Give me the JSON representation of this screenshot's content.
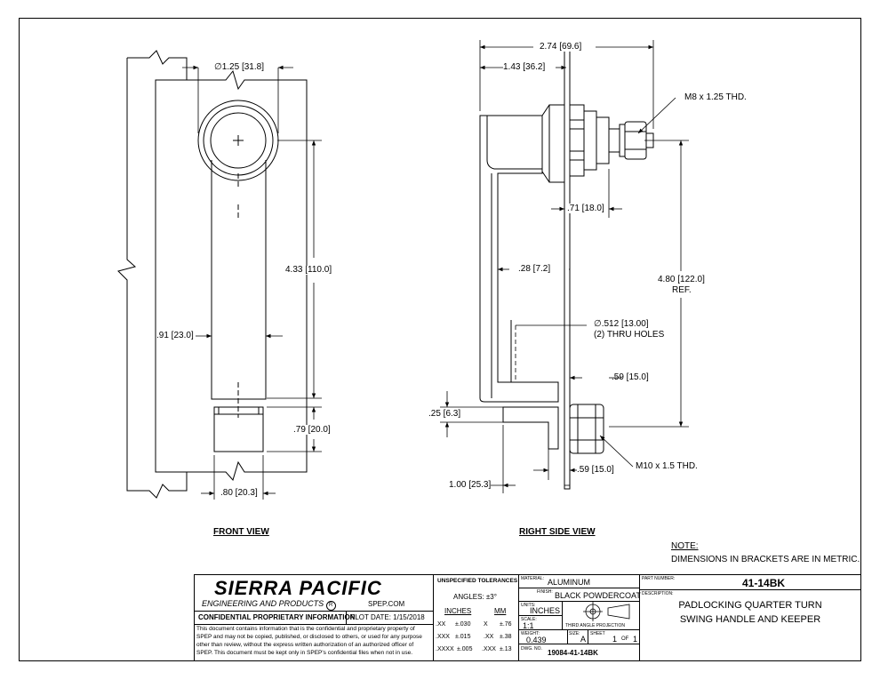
{
  "views": {
    "front_title": "FRONT VIEW",
    "side_title": "RIGHT SIDE VIEW"
  },
  "front_dims": {
    "dia": "∅1.25",
    "dia_mm": "31.8",
    "len": "4.33",
    "len_mm": "110.0",
    "width": ".91",
    "width_mm": "23.0",
    "keeper_h": ".79",
    "keeper_h_mm": "20.0",
    "keeper_w": ".80",
    "keeper_w_mm": "20.3"
  },
  "side_dims": {
    "overall": "2.74",
    "overall_mm": "69.6",
    "offset": "1.43",
    "offset_mm": "36.2",
    "thread_top": "M8 x 1.25 THD.",
    "d71": ".71",
    "d71_mm": "18.0",
    "d28": ".28",
    "d28_mm": "7.2",
    "ref_len": "4.80",
    "ref_len_mm": "122.0",
    "ref": "REF.",
    "hole": "∅.512",
    "hole_mm": "13.00",
    "hole_note": "(2) THRU HOLES",
    "d59a": ".59",
    "d59a_mm": "15.0",
    "d25": ".25",
    "d25_mm": "6.3",
    "thread_bot": "M10 x 1.5 THD.",
    "d59b": ".59",
    "d59b_mm": "15.0",
    "d100": "1.00",
    "d100_mm": "25.3"
  },
  "note": {
    "title": "NOTE:",
    "text": "DIMENSIONS IN BRACKETS ARE IN METRIC."
  },
  "title_block": {
    "company": "SIERRA PACIFIC",
    "subtitle": "ENGINEERING AND PRODUCTS",
    "reg": "R",
    "website": "SPEP.COM",
    "confidential": "CONFIDENTIAL PROPRIETARY INFORMATION",
    "plot_date": "PLOT DATE:  1/15/2018",
    "disclaimer": [
      "This document contains information that is the confidential and proprietary property of",
      "SPEP and may not be copied, published, or disclosed to others, or used for any purpose",
      "other than review, without the express written authorization of an authorized officer of",
      "SPEP. This document must be kept only in SPEP's confidential files when not in use."
    ],
    "tolerances_title": "UNSPECIFIED TOLERANCES",
    "angles": "ANGLES:  ±3°",
    "inches_hdr": "INCHES",
    "mm_hdr": "MM",
    "tol_rows": [
      {
        "a": ".XX",
        "b": "±.030",
        "c": "X",
        "d": "±.76"
      },
      {
        "a": ".XXX",
        "b": "±.015",
        "c": ".XX",
        "d": "±.38"
      },
      {
        "a": ".XXXX",
        "b": "±.005",
        "c": ".XXX",
        "d": "±.13"
      }
    ],
    "material_lbl": "MATERIAL:",
    "material": "ALUMINUM",
    "finish_lbl": "FINISH:",
    "finish": "BLACK POWDERCOAT",
    "units_lbl": "UNITS:",
    "units": "INCHES",
    "scale_lbl": "SCALE:",
    "scale": "1:1",
    "projection": "THIRD ANGLE PROJECTION",
    "weight_lbl": "WEIGHT:",
    "weight": "0.439",
    "size_lbl": "SIZE:",
    "size": "A",
    "sheet_lbl": "SHEET",
    "sheet": "1",
    "of_lbl": "OF",
    "of": "1",
    "dwg_lbl": "DWG. NO.",
    "dwg": "19084-41-14BK",
    "part_lbl": "PART NUMBER:",
    "part": "41-14BK",
    "desc_lbl": "DESCRIPTION:",
    "desc1": "PADLOCKING QUARTER TURN",
    "desc2": "SWING HANDLE AND KEEPER"
  }
}
